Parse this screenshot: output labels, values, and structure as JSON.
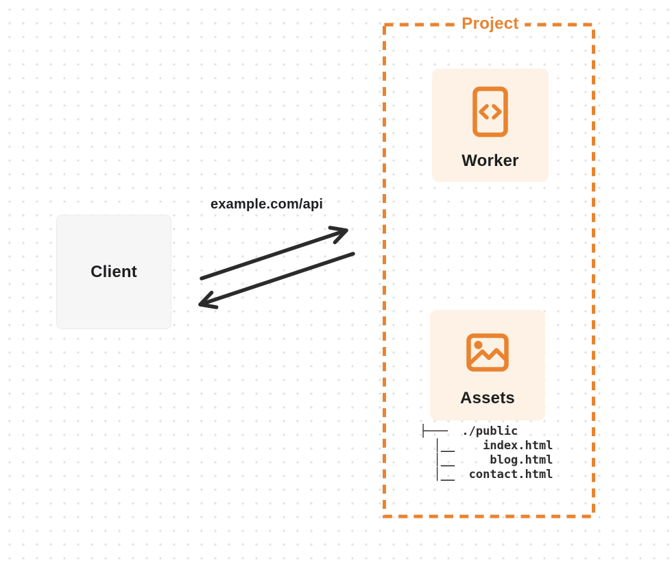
{
  "colors": {
    "accent_orange": "#E9832F",
    "card_bg": "#FDF2E5",
    "client_bg": "#F6F6F7",
    "arrow_color": "#2B2B2B",
    "text_dark": "#1D1E20",
    "dot_color": "#E2E2E4"
  },
  "client": {
    "label": "Client"
  },
  "request": {
    "label": "example.com/api"
  },
  "project": {
    "label": "Project",
    "worker": {
      "label": "Worker",
      "icon": "code-document-icon"
    },
    "assets": {
      "label": "Assets",
      "icon": "image-icon",
      "tree": {
        "lines": [
          "├───  ./public",
          "  │__    index.html",
          "  │__     blog.html",
          "  │__  contact.html"
        ]
      }
    }
  }
}
